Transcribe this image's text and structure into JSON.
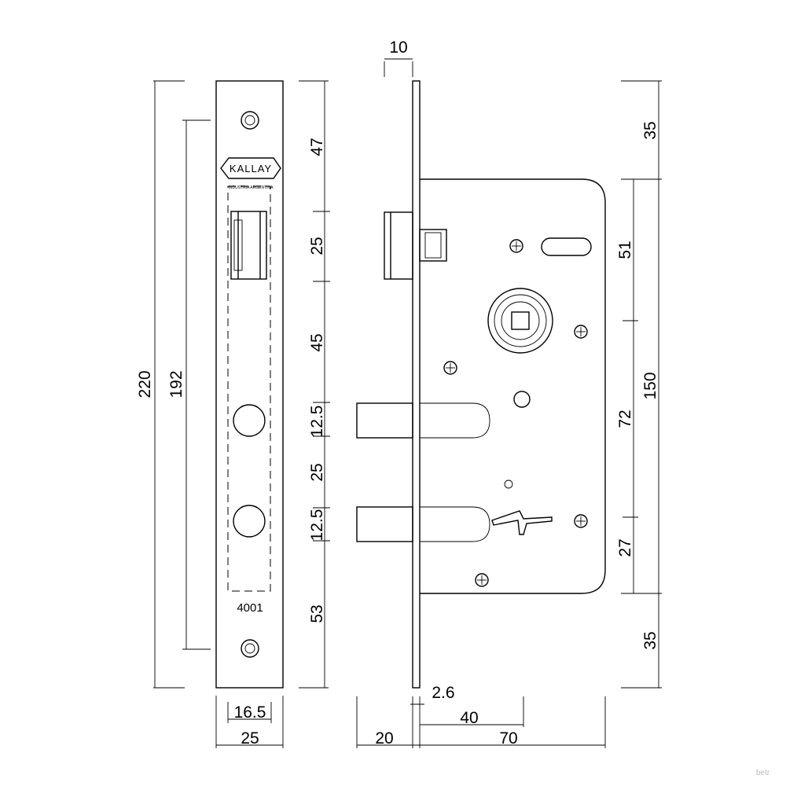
{
  "faceplate": {
    "brand": "KALLAY",
    "origin": "INDUSTRIA ARGENTINA",
    "model": "4001"
  },
  "dimensions": {
    "total_height": "220",
    "screw_spacing": "192",
    "top_segment": "47",
    "latch_height": "25",
    "middle_segment": "45",
    "upper_bolt_gap": "12.5",
    "bolt_spacing": "25",
    "lower_bolt_gap": "12.5",
    "bottom_segment": "53",
    "faceplate_inner_width": "16.5",
    "faceplate_width": "25",
    "faceplate_thickness": "10",
    "plate_thickness": "2.6",
    "backset": "40",
    "front_offset": "20",
    "case_depth": "70",
    "case_top_offset": "35",
    "case_height": "150",
    "case_bottom_offset": "35",
    "handle_to_top": "51",
    "handle_to_key": "72",
    "key_to_bottom": "27"
  },
  "watermark": "betr"
}
